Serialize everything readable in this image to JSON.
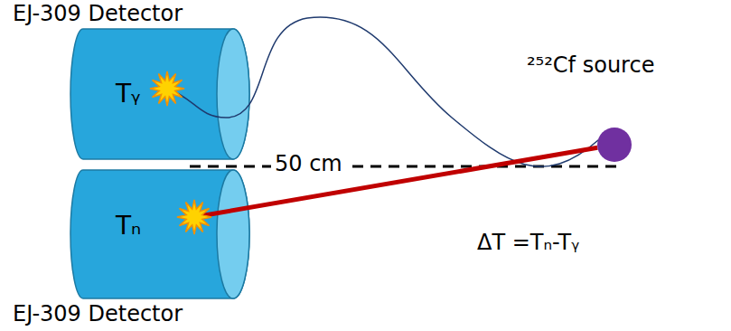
{
  "diagram": {
    "nodes": [
      {
        "text": [
          "EJ-309 Detector",
          "Tᵧ"
        ]
      },
      {
        "text": [
          "Tₙ",
          "EJ-309 Detector"
        ]
      },
      {
        "text": [
          "²⁵²Cf source"
        ]
      }
    ],
    "edges": [
      {
        "from": 2,
        "to": 0,
        "arrow": "none"
      },
      {
        "from": 2,
        "to": 1,
        "arrow": "none"
      }
    ],
    "labels": [
      "50 cm",
      "ΔT =Tₙ-Tᵧ"
    ]
  }
}
